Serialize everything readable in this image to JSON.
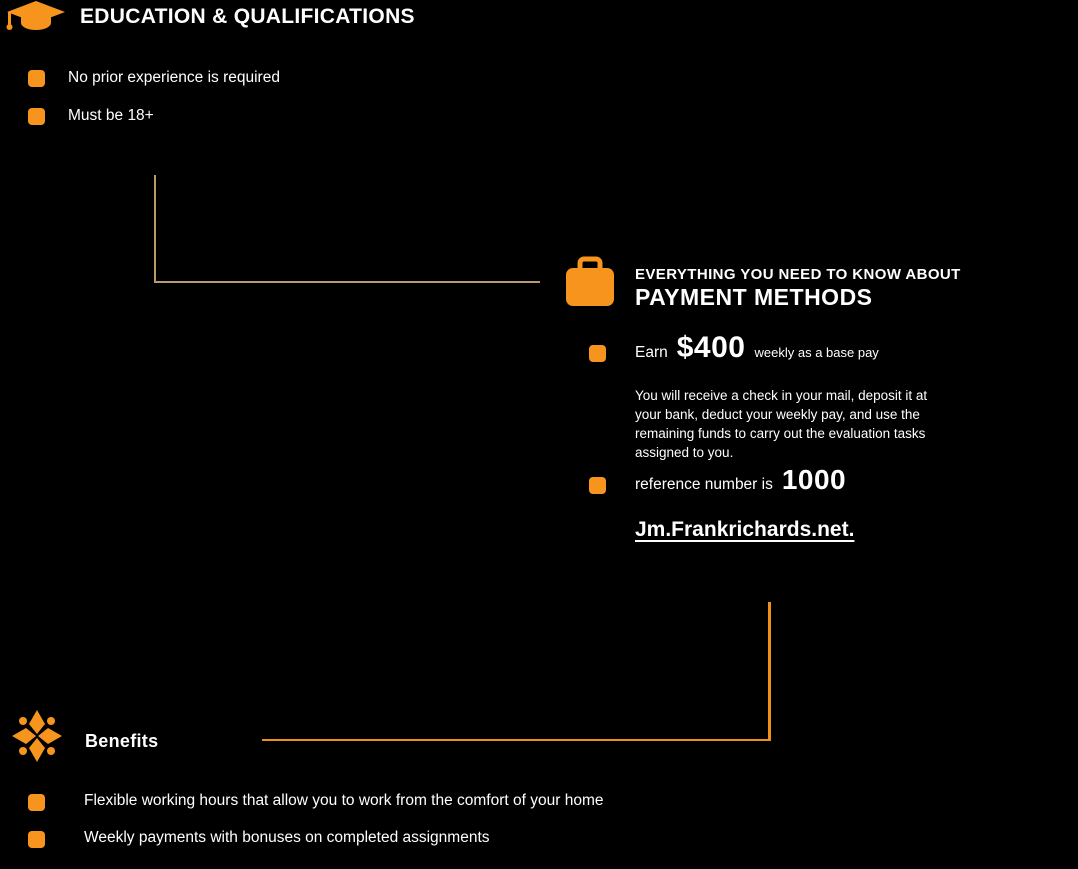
{
  "colors": {
    "background": "#000000",
    "accent": "#F7941D",
    "connector_top": "#B99B6B",
    "connector_bottom": "#EE9118",
    "text": "#FFFFFF"
  },
  "section_education": {
    "title": "EDUCATION & QUALIFICATIONS",
    "bullets": [
      "No prior experience is required",
      "Must be 18+"
    ]
  },
  "section_payment": {
    "subtitle": "EVERYTHING YOU NEED TO KNOW ABOUT",
    "title": "PAYMENT METHODS",
    "bullet1": {
      "prefix": "Earn",
      "amount": "$400",
      "suffix": "weekly as a base pay",
      "description": "You will receive a check in your mail, deposit it at your bank, deduct your weekly pay, and use the remaining funds to carry out the evaluation tasks assigned to you."
    },
    "bullet2": {
      "prefix": "reference number is",
      "amount": "1000",
      "email": "Jm.Frankrichards.net."
    }
  },
  "section_benefits": {
    "title": "Benefits",
    "bullets": [
      "Flexible working hours that allow you to work from the comfort of your home",
      "Weekly payments with bonuses on completed assignments"
    ]
  }
}
